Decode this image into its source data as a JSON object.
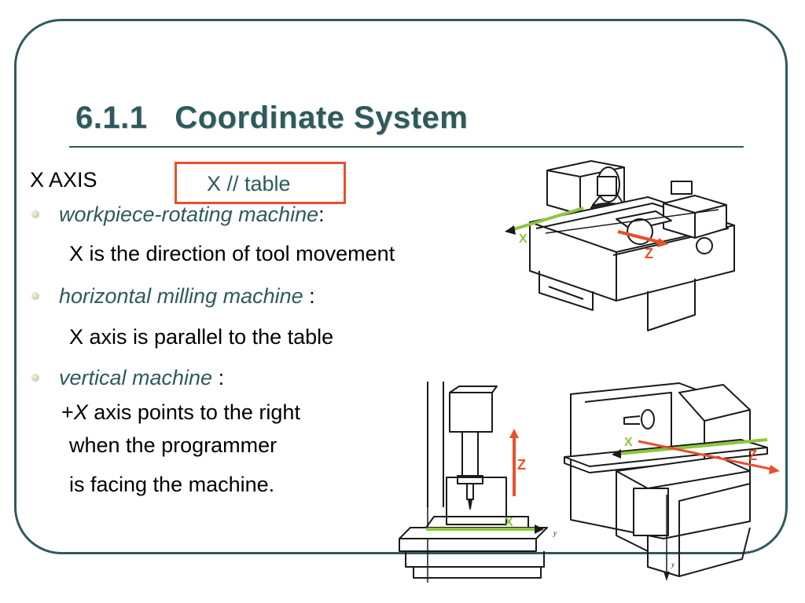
{
  "slide": {
    "title": "6.1.1   Coordinate System",
    "axis_heading": "X AXIS",
    "callout": "X // table",
    "bullets": [
      {
        "term": "workpiece-rotating machine",
        "suffix": ":",
        "detail": "X is the direction of tool movement"
      },
      {
        "term": "horizontal milling machine",
        "suffix": " :",
        "detail": "X axis is parallel to the table"
      },
      {
        "term": "vertical machine",
        "suffix": " :",
        "detail_prefix": "+",
        "detail_axis": "X",
        "detail_rest": " axis points to the right",
        "detail_line2": "when the programmer",
        "detail_line3": "is facing the machine."
      }
    ]
  },
  "diagrams": {
    "lathe": {
      "x_label": "X",
      "z_label": "Z"
    },
    "vertical": {
      "x_label": "X",
      "z_label": "Z"
    },
    "horizontal": {
      "x_label": "X",
      "z_label": "Z"
    }
  },
  "colors": {
    "frame": "#2f5a5c",
    "title": "#2f5a5c",
    "callout_border": "#e8502a",
    "x_axis": "#8dc63f",
    "z_axis": "#e8502a"
  }
}
